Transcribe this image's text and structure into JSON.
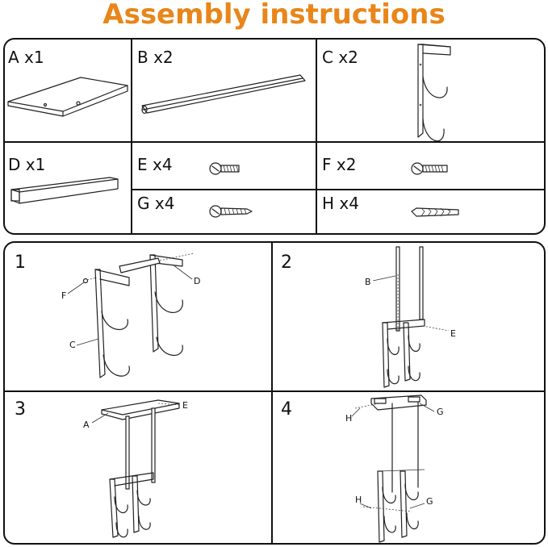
{
  "title": "Assembly instructions",
  "colors": {
    "title": "#E8861A",
    "ink": "#111111"
  },
  "parts": [
    {
      "label": "A x1"
    },
    {
      "label": "B x2"
    },
    {
      "label": "C x2"
    },
    {
      "label": "D x1"
    },
    {
      "label": "E x4"
    },
    {
      "label": "F x2"
    },
    {
      "label": "G x4"
    },
    {
      "label": "H x4"
    }
  ],
  "steps": [
    {
      "number": "1",
      "callouts": [
        "F",
        "D",
        "C"
      ]
    },
    {
      "number": "2",
      "callouts": [
        "B",
        "E"
      ]
    },
    {
      "number": "3",
      "callouts": [
        "E",
        "A"
      ]
    },
    {
      "number": "4",
      "callouts": [
        "H",
        "G",
        "H",
        "G"
      ]
    }
  ]
}
